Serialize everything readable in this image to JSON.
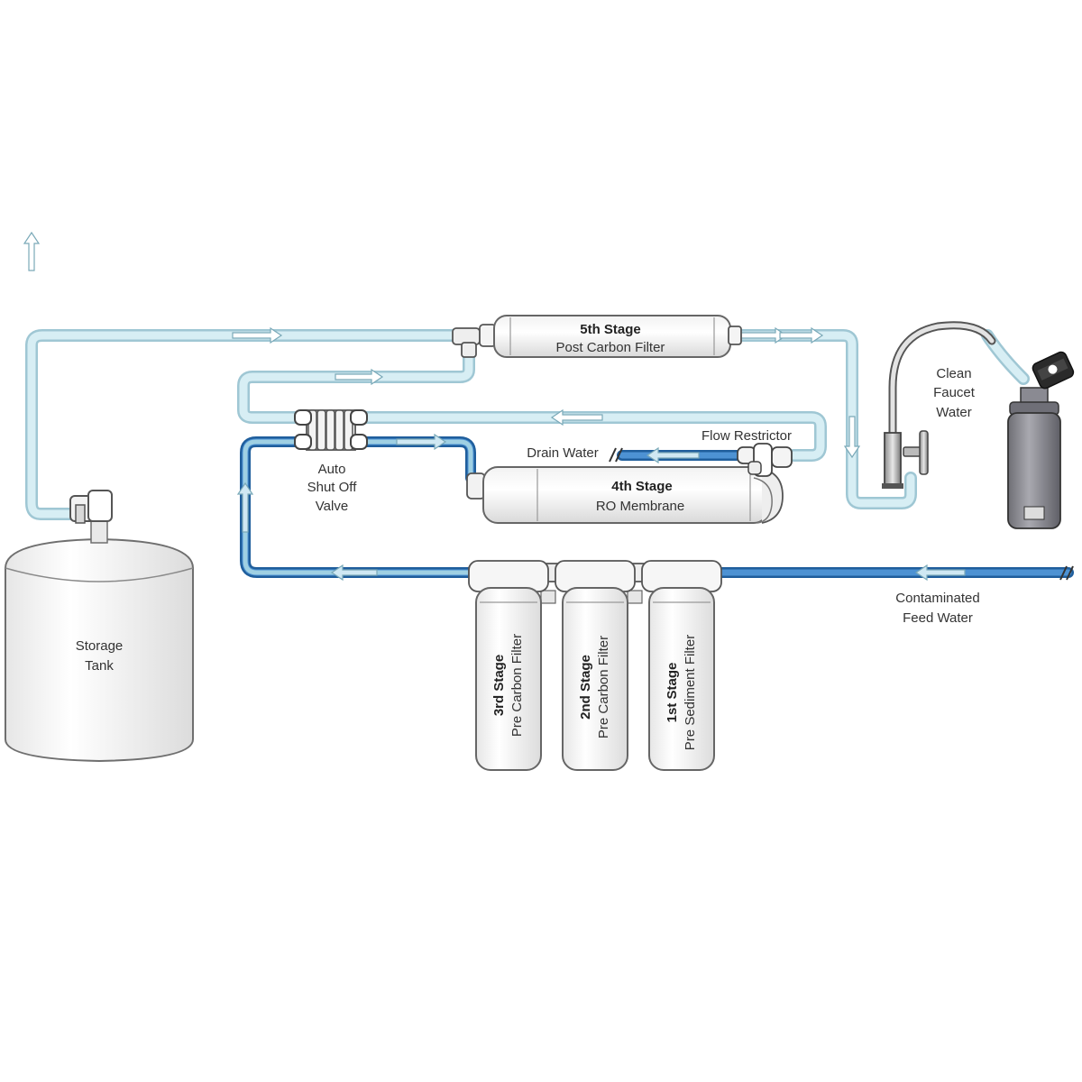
{
  "diagram": {
    "labels": {
      "stage5_title": "5th Stage",
      "stage5_sub": "Post Carbon Filter",
      "stage4_title": "4th Stage",
      "stage4_sub": "RO Membrane",
      "stage3_title": "3rd Stage",
      "stage3_sub": "Pre Carbon Filter",
      "stage2_title": "2nd Stage",
      "stage2_sub": "Pre Carbon Filter",
      "stage1_title": "1st Stage",
      "stage1_sub": "Pre Sediment Filter",
      "valve_line1": "Auto",
      "valve_line2": "Shut Off",
      "valve_line3": "Valve",
      "flow_restrictor": "Flow Restrictor",
      "drain_water": "Drain Water",
      "faucet_line1": "Clean",
      "faucet_line2": "Faucet",
      "faucet_line3": "Water",
      "tank_line1": "Storage",
      "tank_line2": "Tank",
      "feed_line1": "Contaminated",
      "feed_line2": "Feed Water"
    },
    "colors": {
      "clean_water": "#c3e3ec",
      "feed_water": "#2f74b8",
      "housing_fill": "#ffffff",
      "outline": "#6f6f6f",
      "text": "#333333"
    }
  }
}
